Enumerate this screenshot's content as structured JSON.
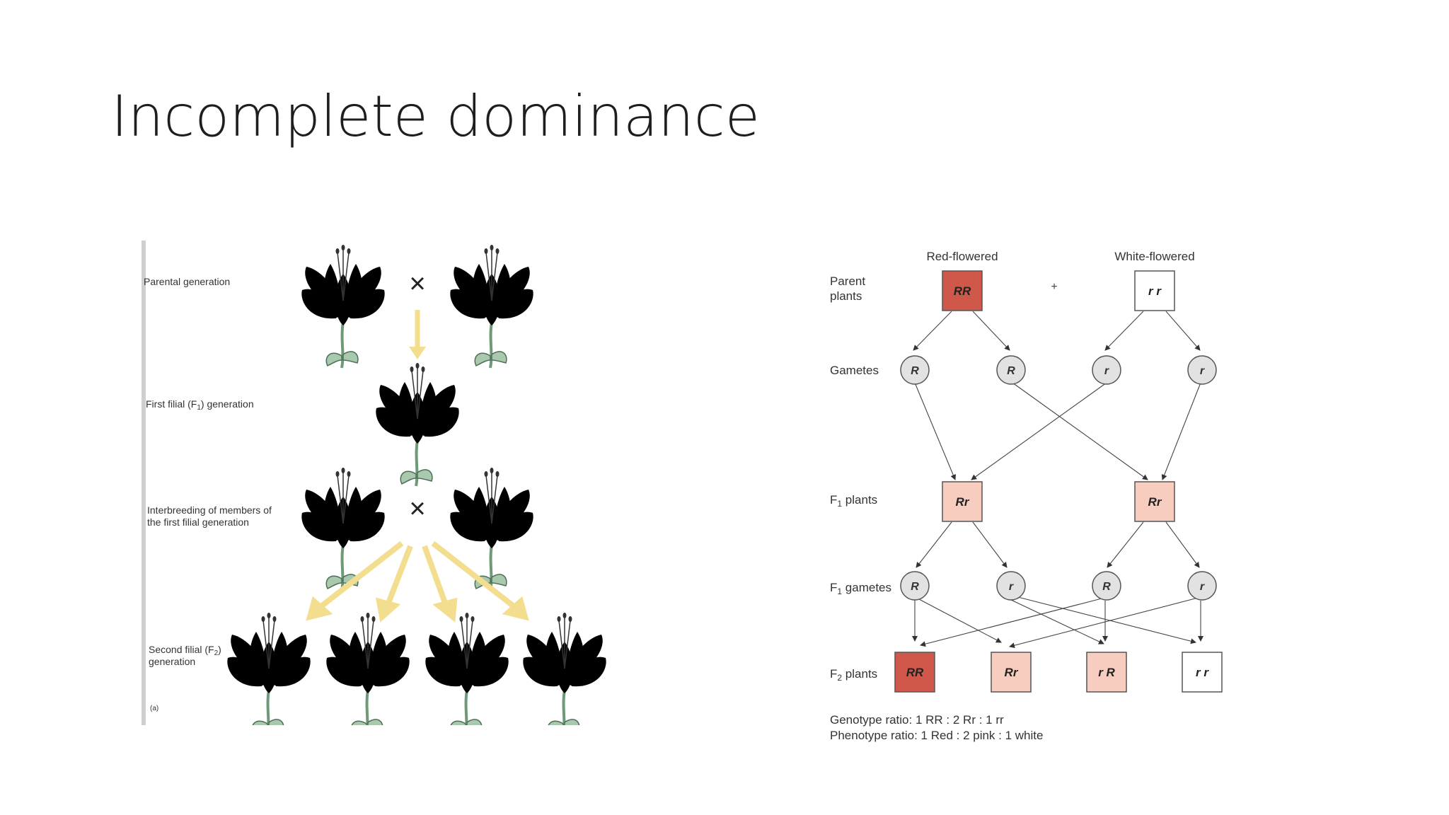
{
  "slide": {
    "title": "Incomplete dominance",
    "colors": {
      "red": "#d0584a",
      "pink": "#f6cdbf",
      "white": "#ffffff",
      "arrow_yellow": "#f3de8f"
    }
  },
  "left_figure": {
    "labels": {
      "parental": "Parental generation",
      "f1_prefix": "First filial (F",
      "f1_sub": "1",
      "f1_suffix": ") generation",
      "interbreed_line1": "Interbreeding of members of",
      "interbreed_line2": "the first filial generation",
      "f2_prefix": "Second filial (F",
      "f2_sub": "2",
      "f2_suffix": ")",
      "f2_line2": "generation",
      "panel_letter": "(a)"
    },
    "cross_symbol": "×"
  },
  "right_figure": {
    "headers": {
      "red": "Red-flowered",
      "white": "White-flowered"
    },
    "row_labels": {
      "parent_line1": "Parent",
      "parent_line2": "plants",
      "gametes": "Gametes",
      "f1_plants_prefix": "F",
      "f1_plants_sub": "1",
      "f1_plants_suffix": " plants",
      "f1_gametes_prefix": "F",
      "f1_gametes_sub": "1",
      "f1_gametes_suffix": " gametes",
      "f2_plants_prefix": "F",
      "f2_plants_sub": "2",
      "f2_plants_suffix": " plants"
    },
    "plus": "+",
    "parents": [
      "RR",
      "r r"
    ],
    "gametes": [
      "R",
      "R",
      "r",
      "r"
    ],
    "f1_plants": [
      "Rr",
      "Rr"
    ],
    "f1_gametes": [
      "R",
      "r",
      "R",
      "r"
    ],
    "f2_plants": [
      "RR",
      "Rr",
      "r R",
      "r r"
    ],
    "genotype_ratio": "Genotype ratio: 1 RR : 2 Rr : 1 rr",
    "phenotype_ratio": "Phenotype ratio: 1 Red : 2 pink : 1 white"
  }
}
